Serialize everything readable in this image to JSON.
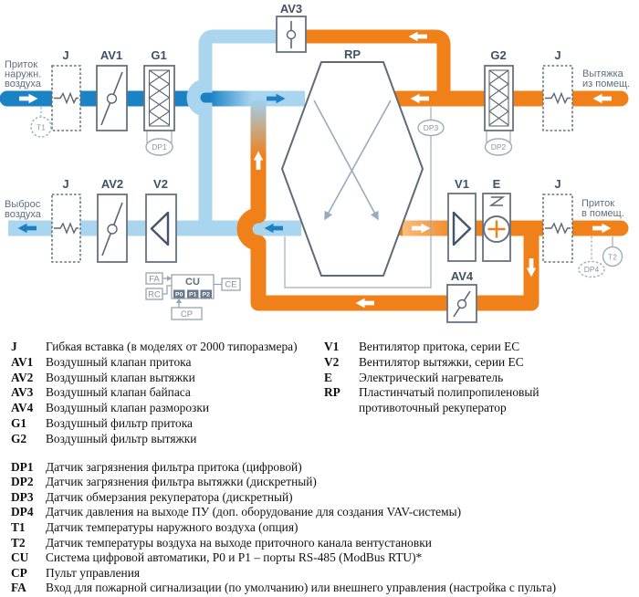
{
  "diagram": {
    "components": {
      "j": "J",
      "av1": "AV1",
      "av2": "AV2",
      "av3": "AV3",
      "av4": "AV4",
      "g1": "G1",
      "g2": "G2",
      "v1": "V1",
      "v2": "V2",
      "e": "E",
      "rp": "RP"
    },
    "sensors": {
      "t1": "T1",
      "t2": "T2",
      "dp1": "DP1",
      "dp2": "DP2",
      "dp3": "DP3",
      "dp4": "DP4"
    },
    "control": {
      "fa": "FA",
      "rc": "RC",
      "cu": "CU",
      "ce": "CE",
      "cp": "CP",
      "p0": "P0",
      "p1": "P1",
      "p2": "P2"
    },
    "io": {
      "supply_outdoor": [
        "Приток",
        "наружн.",
        "воздуха"
      ],
      "exhaust_out": [
        "Выброс",
        "воздуха"
      ],
      "extract_in": [
        "Вытяжка",
        "из помещ."
      ],
      "supply_in": [
        "Приток",
        "в помещ."
      ]
    },
    "colors": {
      "supply_blue": "#1b82c4",
      "light_blue": "#a9d5ef",
      "orange": "#f08019",
      "light_orange": "#f9b266",
      "outline": "#5f6b76",
      "component_label": "#3f5166",
      "caption": "#5d6f81",
      "sensor_gray": "#8a97a3"
    }
  },
  "legend": {
    "components_left": [
      {
        "key": "J",
        "desc": "Гибкая вставка (в моделях от 2000 типоразмера)"
      },
      {
        "key": "AV1",
        "desc": "Воздушный клапан притока"
      },
      {
        "key": "AV2",
        "desc": "Воздушный клапан вытяжки"
      },
      {
        "key": "AV3",
        "desc": "Воздушный клапан байпаса"
      },
      {
        "key": "AV4",
        "desc": "Воздушный клапан разморозки"
      },
      {
        "key": "G1",
        "desc": "Воздушный фильтр притока"
      },
      {
        "key": "G2",
        "desc": "Воздушный фильтр вытяжки"
      }
    ],
    "components_right": [
      {
        "key": "V1",
        "desc": "Вентилятор притока, серии ЕС"
      },
      {
        "key": "V2",
        "desc": "Вентилятор вытяжки, серии ЕС"
      },
      {
        "key": "E",
        "desc": "Электрический нагреватель"
      },
      {
        "key": "RP",
        "desc": "Пластинчатый полипропиленовый противоточный рекуператор"
      }
    ],
    "sensors": [
      {
        "key": "DP1",
        "desc": "Датчик загрязнения фильтра притока (цифровой)"
      },
      {
        "key": "DP2",
        "desc": "Датчик загрязнения фильтра вытяжки (дискретный)"
      },
      {
        "key": "DP3",
        "desc": "Датчик обмерзания рекуператора (дискретный)"
      },
      {
        "key": "DP4",
        "desc": "Датчик давления на выходе ПУ (доп. оборудование для создания VAV-системы)"
      },
      {
        "key": "T1",
        "desc": "Датчик температуры наружного воздуха (опция)"
      },
      {
        "key": "T2",
        "desc": "Датчик температуры воздуха на выходе приточного канала вентустановки"
      },
      {
        "key": "CU",
        "desc": "Система цифровой автоматики, P0 и P1 – порты RS-485 (ModBus RTU)*"
      },
      {
        "key": "CP",
        "desc": "Пульт управления"
      },
      {
        "key": "FA",
        "desc": "Вход для пожарной сигнализации (по умолчанию) или внешнего управления (настройка с пульта)"
      }
    ]
  }
}
